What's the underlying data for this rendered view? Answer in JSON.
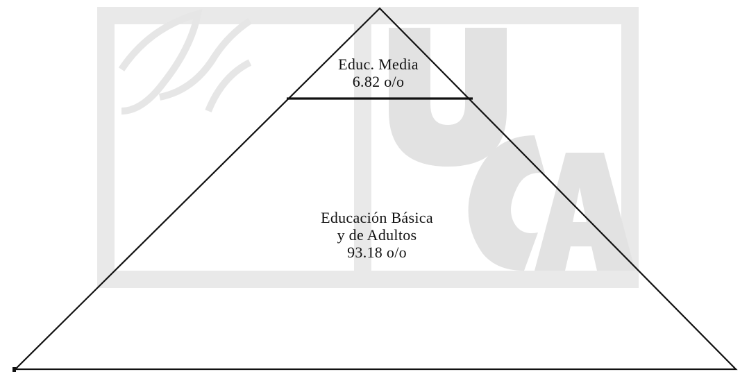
{
  "diagram": {
    "tiers": [
      {
        "line1": "Educ. Media",
        "line2": "6.82 o/o"
      },
      {
        "line1": "Educación Básica",
        "line2": "y de Adultos",
        "line3": "93.18 o/o"
      }
    ],
    "watermark": "UCA"
  },
  "colors": {
    "stroke": "#111111",
    "watermark": "#e8e8e8",
    "background": "#ffffff"
  }
}
